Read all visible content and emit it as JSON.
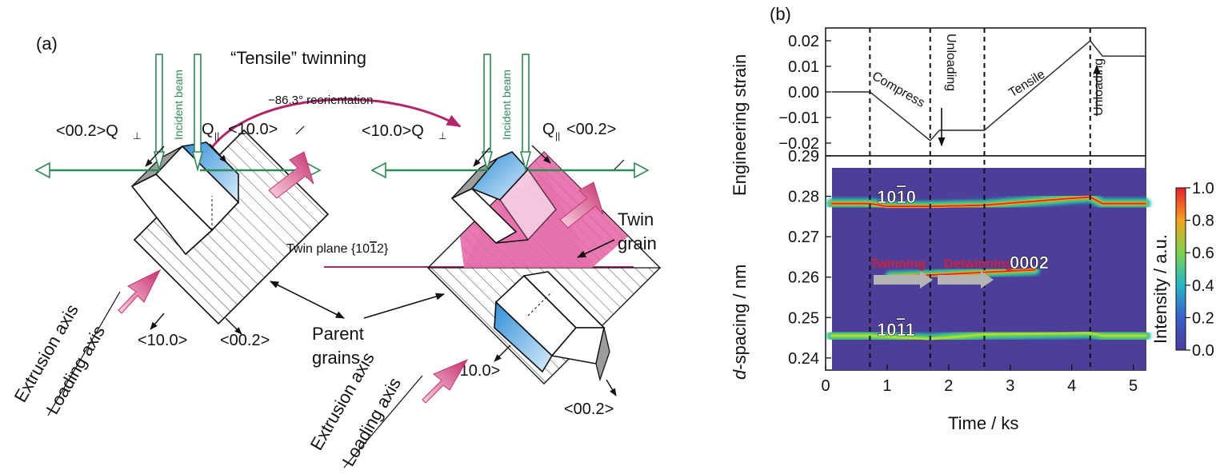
{
  "panel_a": {
    "label": "(a)",
    "title": "“Tensile” twinning",
    "reorientation": "−86.3° reorientation",
    "incident_beam": "Incident beam",
    "left_crystal": {
      "q_perp": "<00.2>Q",
      "q_par": "Q",
      "q_par_dir": "<10.0>",
      "dir_a": "<10.0>",
      "dir_c": "<00.2>"
    },
    "right_crystal": {
      "q_perp": "<10.0>Q",
      "q_par": "Q",
      "q_par_dir": "<00.2>",
      "dir_a": "<10.0>",
      "dir_c": "<00.2>"
    },
    "twin_plane": "Twin plane {10",
    "twin_plane_bar": "1",
    "twin_plane_end": "2}",
    "twin_grain": [
      "Twin",
      "grain"
    ],
    "parent_grains": [
      "Parent",
      "grains"
    ],
    "extrusion_axis": "Extrusion axis",
    "loading_axis": "Loading axis"
  },
  "panel_b": {
    "label": "(b)",
    "annotations": {
      "compress": "Compress",
      "unloading": "Unloading",
      "tensile": "Tensile",
      "twinning": "Twinning",
      "detwinning": "Detwinning",
      "peak_1010_a": "10",
      "peak_1010_b": "1",
      "peak_1010_c": "0",
      "peak_0002": "0002",
      "peak_1011_a": "10",
      "peak_1011_b": "1",
      "peak_1011_c": "1"
    },
    "colorbar": {
      "label": "Intensity / a.u.",
      "ticks": [
        "0.0",
        "0.2",
        "0.4",
        "0.6",
        "0.8",
        "1.0"
      ]
    }
  },
  "chart_data": [
    {
      "type": "line",
      "ylabel": "Engineering strain",
      "xlim": [
        0,
        5.2
      ],
      "ylim": [
        -0.025,
        0.025
      ],
      "yticks": [
        "0.02",
        "0.01",
        "0.00",
        "−0.01",
        "−0.02"
      ],
      "ytick_values": [
        0.02,
        0.01,
        0.0,
        -0.01,
        -0.02
      ],
      "series": [
        {
          "x": [
            0.1,
            0.72,
            1.7,
            1.85,
            2.58,
            4.3,
            4.5,
            5.2
          ],
          "y": [
            0.0,
            0.0,
            -0.019,
            -0.015,
            -0.015,
            0.02,
            0.014,
            0.014
          ]
        }
      ],
      "vlines": [
        0.72,
        1.7,
        2.58,
        4.3
      ]
    },
    {
      "type": "heatmap",
      "xlabel": "Time / ks",
      "ylabel": "d-spacing / nm",
      "xlim": [
        0,
        5.2
      ],
      "ylim": [
        0.237,
        0.29
      ],
      "xticks": [
        "0",
        "1",
        "2",
        "3",
        "4",
        "5"
      ],
      "xtick_values": [
        0,
        1,
        2,
        3,
        4,
        5
      ],
      "yticks": [
        "0.29",
        "0.28",
        "0.27",
        "0.26",
        "0.25",
        "0.24"
      ],
      "ytick_values": [
        0.29,
        0.28,
        0.27,
        0.26,
        0.25,
        0.24
      ],
      "bands": [
        {
          "name": "10-10",
          "x": [
            0.1,
            0.72,
            1.0,
            1.7,
            2.58,
            4.0,
            4.3,
            4.5,
            5.2
          ],
          "y": [
            0.2782,
            0.2782,
            0.2775,
            0.2775,
            0.2778,
            0.2795,
            0.2798,
            0.2782,
            0.2782
          ]
        },
        {
          "name": "0002",
          "x": [
            1.05,
            1.7,
            2.58,
            3.4
          ],
          "y": [
            0.2602,
            0.2605,
            0.2612,
            0.2618
          ]
        },
        {
          "name": "10-11",
          "x": [
            0.1,
            0.72,
            1.7,
            2.58,
            4.3,
            4.5,
            5.2
          ],
          "y": [
            0.2455,
            0.2455,
            0.2447,
            0.2458,
            0.2462,
            0.2455,
            0.2455
          ]
        }
      ],
      "vlines": [
        0.72,
        1.7,
        2.58,
        4.3
      ]
    }
  ]
}
